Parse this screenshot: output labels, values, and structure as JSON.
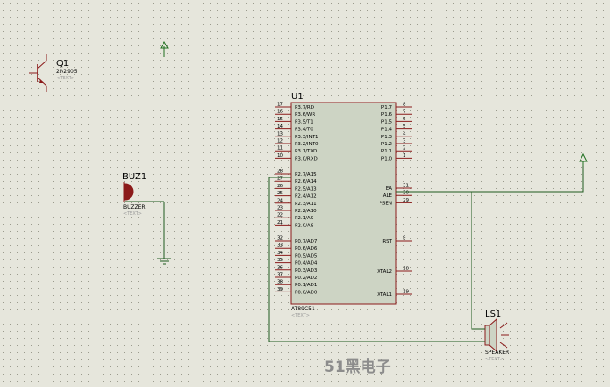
{
  "components": {
    "q1": {
      "ref": "Q1",
      "part": "2N2905",
      "text": "<TEXT>"
    },
    "buz1": {
      "ref": "BUZ1",
      "part": "BUZZER",
      "text": "<TEXT>"
    },
    "u1": {
      "ref": "U1",
      "part": "AT89C51",
      "text": "<TEXT>",
      "left_pins_top": [
        {
          "num": "17",
          "name": "P3.7/RD"
        },
        {
          "num": "16",
          "name": "P3.6/WR"
        },
        {
          "num": "15",
          "name": "P3.5/T1"
        },
        {
          "num": "14",
          "name": "P3.4/T0"
        },
        {
          "num": "13",
          "name": "P3.3/INT1"
        },
        {
          "num": "12",
          "name": "P3.2/INT0"
        },
        {
          "num": "11",
          "name": "P3.1/TXD"
        },
        {
          "num": "10",
          "name": "P3.0/RXD"
        }
      ],
      "left_pins_mid": [
        {
          "num": "28",
          "name": "P2.7/A15"
        },
        {
          "num": "27",
          "name": "P2.6/A14"
        },
        {
          "num": "26",
          "name": "P2.5/A13"
        },
        {
          "num": "25",
          "name": "P2.4/A12"
        },
        {
          "num": "24",
          "name": "P2.3/A11"
        },
        {
          "num": "23",
          "name": "P2.2/A10"
        },
        {
          "num": "22",
          "name": "P2.1/A9"
        },
        {
          "num": "21",
          "name": "P2.0/A8"
        }
      ],
      "left_pins_bot": [
        {
          "num": "32",
          "name": "P0.7/AD7"
        },
        {
          "num": "33",
          "name": "P0.6/AD6"
        },
        {
          "num": "34",
          "name": "P0.5/AD5"
        },
        {
          "num": "35",
          "name": "P0.4/AD4"
        },
        {
          "num": "36",
          "name": "P0.3/AD3"
        },
        {
          "num": "37",
          "name": "P0.2/AD2"
        },
        {
          "num": "38",
          "name": "P0.1/AD1"
        },
        {
          "num": "39",
          "name": "P0.0/AD0"
        }
      ],
      "right_pins_top": [
        {
          "num": "8",
          "name": "P1.7"
        },
        {
          "num": "7",
          "name": "P1.6"
        },
        {
          "num": "6",
          "name": "P1.5"
        },
        {
          "num": "5",
          "name": "P1.4"
        },
        {
          "num": "4",
          "name": "P1.3"
        },
        {
          "num": "3",
          "name": "P1.2"
        },
        {
          "num": "2",
          "name": "P1.1"
        },
        {
          "num": "1",
          "name": "P1.0"
        }
      ],
      "right_pins_mid": [
        {
          "num": "31",
          "name": "EA"
        },
        {
          "num": "30",
          "name": "ALE"
        },
        {
          "num": "29",
          "name": "PSEN"
        }
      ],
      "right_pins_bot": [
        {
          "num": "9",
          "name": "RST"
        },
        {
          "num": "18",
          "name": "XTAL2"
        },
        {
          "num": "19",
          "name": "XTAL1"
        }
      ]
    },
    "ls1": {
      "ref": "LS1",
      "part": "SPEAKER",
      "text": "<TEXT>"
    }
  },
  "watermark": "51黑电子",
  "colors": {
    "background": "#e6e6dc",
    "grid_dot": "#9a9a8c",
    "component_outline": "#8b1a1a",
    "chip_fill": "#cdd4c4",
    "wire": "#1e5a1e",
    "power_terminal": "#1e6e1e"
  }
}
